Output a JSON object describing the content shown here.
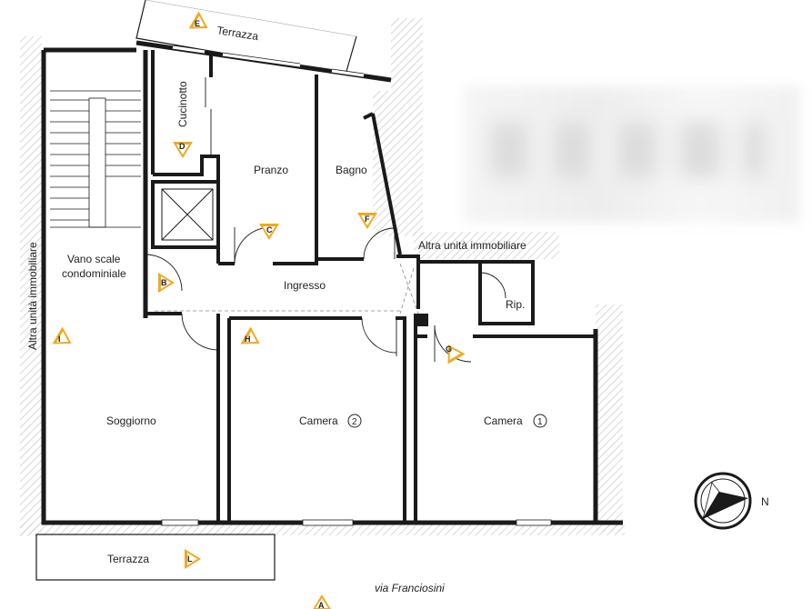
{
  "rooms": {
    "terrazza_top": "Terrazza",
    "cucinotto": "Cucinotto",
    "pranzo": "Pranzo",
    "bagno": "Bagno",
    "vano_scale_line1": "Vano scale",
    "vano_scale_line2": "condominiale",
    "ingresso": "Ingresso",
    "altra_unita_right": "Altra unità immobiliare",
    "altra_unita_left": "Altra unità immobiliare",
    "rip": "Rip.",
    "soggiorno": "Soggiorno",
    "camera2": "Camera",
    "camera2_num": "2",
    "camera1": "Camera",
    "camera1_num": "1",
    "terrazza_bottom": "Terrazza",
    "street": "via Franciosini"
  },
  "markers": {
    "a": "A",
    "b": "B",
    "c": "C",
    "d": "D",
    "e": "E",
    "f": "F",
    "g": "G",
    "h": "H",
    "i": "I",
    "l": "L"
  },
  "compass": {
    "label": "N"
  },
  "colors": {
    "marker": "#f2a91e",
    "wall": "#1a1a1a",
    "hatch": "#c8c8c8"
  }
}
